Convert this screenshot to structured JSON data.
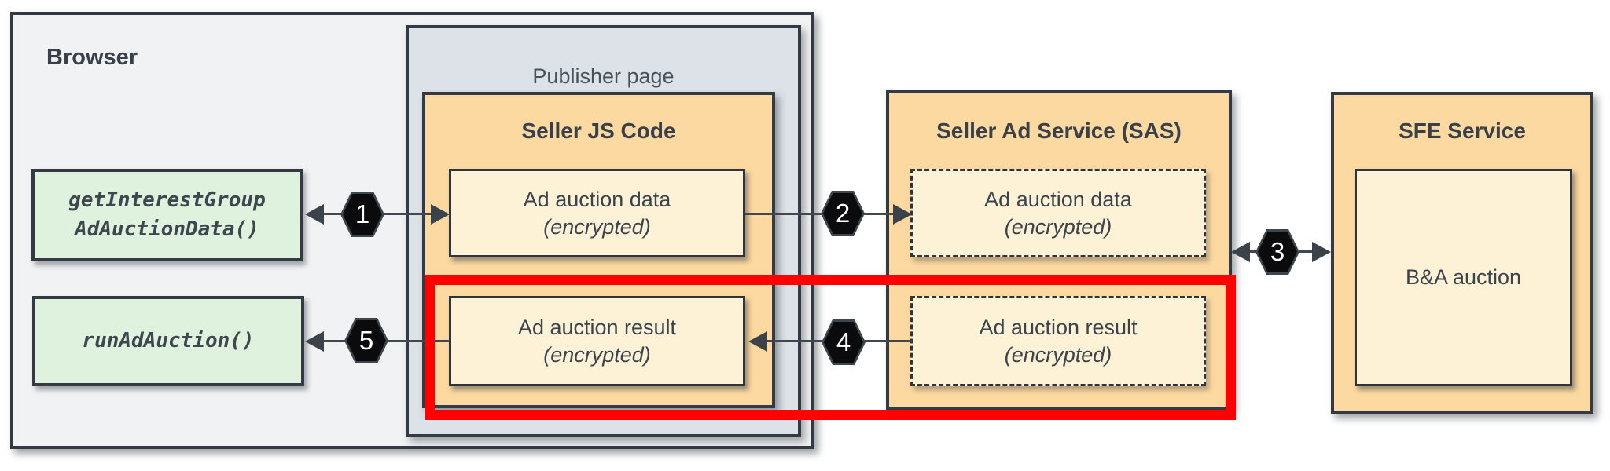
{
  "browser": {
    "title": "Browser"
  },
  "publisher": {
    "title": "Publisher page"
  },
  "seller_js": {
    "title": "Seller JS Code",
    "data_box": {
      "line1": "Ad auction data",
      "line2": "(encrypted)"
    },
    "result_box": {
      "line1": "Ad auction result",
      "line2": "(encrypted)"
    }
  },
  "sas": {
    "title": "Seller Ad Service (SAS)",
    "data_box": {
      "line1": "Ad auction data",
      "line2": "(encrypted)"
    },
    "result_box": {
      "line1": "Ad auction result",
      "line2": "(encrypted)"
    }
  },
  "sfe": {
    "title": "SFE Service",
    "auction_box": {
      "label": "B&A auction"
    }
  },
  "api_calls": {
    "get_interest_group": {
      "line1": "getInterestGroup",
      "line2": "AdAuctionData()"
    },
    "run_ad_auction": {
      "label": "runAdAuction()"
    }
  },
  "steps": {
    "s1": "1",
    "s2": "2",
    "s3": "3",
    "s4": "4",
    "s5": "5"
  },
  "colors": {
    "container_fill": "#fcd9a0",
    "inner_fill": "#fdf2d5",
    "publisher_fill": "#dde2e8",
    "browser_fill": "#f0f2f4",
    "api_fill": "#def2de",
    "border": "#333a43",
    "highlight": "#fe0101",
    "badge_fill": "#0b0b0d"
  }
}
